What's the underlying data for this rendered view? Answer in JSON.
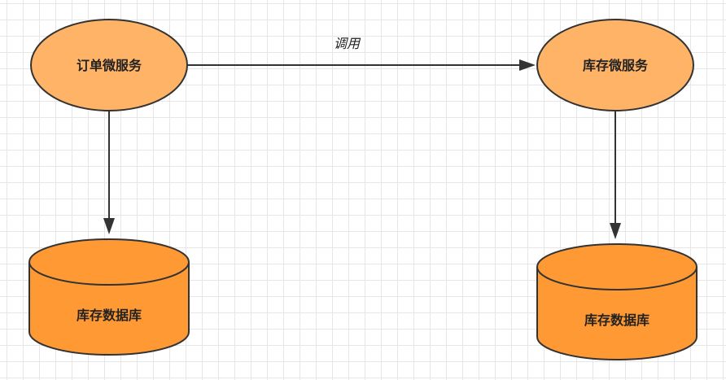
{
  "nodes": {
    "order_service": {
      "label": "订单微服务",
      "shape": "ellipse",
      "fill": "#FFB366",
      "stroke": "#333333"
    },
    "inventory_service": {
      "label": "库存微服务",
      "shape": "ellipse",
      "fill": "#FFB366",
      "stroke": "#333333"
    },
    "order_db": {
      "label": "库存数据库",
      "shape": "cylinder",
      "fill": "#FF9933",
      "stroke": "#333333"
    },
    "inventory_db": {
      "label": "库存数据库",
      "shape": "cylinder",
      "fill": "#FF9933",
      "stroke": "#333333"
    }
  },
  "edges": {
    "call": {
      "from": "order_service",
      "to": "inventory_service",
      "label": "调用"
    },
    "order_to_db": {
      "from": "order_service",
      "to": "order_db",
      "label": ""
    },
    "inventory_to_db": {
      "from": "inventory_service",
      "to": "inventory_db",
      "label": ""
    }
  },
  "colors": {
    "edge": "#333333",
    "grid": "#e6e6e6"
  }
}
